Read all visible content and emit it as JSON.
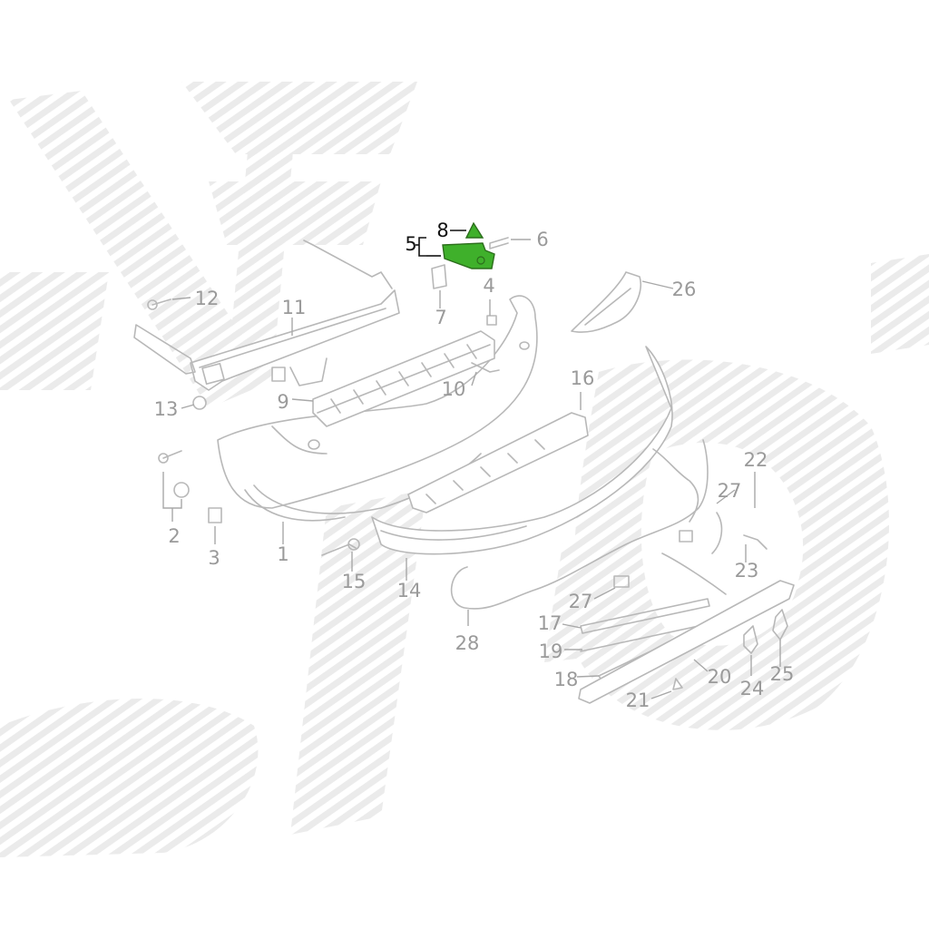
{
  "diagram": {
    "highlight_color": "#3fb02b",
    "callouts": [
      {
        "id": "c1",
        "label": "1"
      },
      {
        "id": "c2",
        "label": "2"
      },
      {
        "id": "c3",
        "label": "3"
      },
      {
        "id": "c4",
        "label": "4"
      },
      {
        "id": "c5",
        "label": "5"
      },
      {
        "id": "c6",
        "label": "6"
      },
      {
        "id": "c7",
        "label": "7"
      },
      {
        "id": "c8",
        "label": "8"
      },
      {
        "id": "c9",
        "label": "9"
      },
      {
        "id": "c10",
        "label": "10"
      },
      {
        "id": "c11",
        "label": "11"
      },
      {
        "id": "c12",
        "label": "12"
      },
      {
        "id": "c13",
        "label": "13"
      },
      {
        "id": "c14",
        "label": "14"
      },
      {
        "id": "c15",
        "label": "15"
      },
      {
        "id": "c16",
        "label": "16"
      },
      {
        "id": "c17",
        "label": "17"
      },
      {
        "id": "c18",
        "label": "18"
      },
      {
        "id": "c19",
        "label": "19"
      },
      {
        "id": "c20",
        "label": "20"
      },
      {
        "id": "c21",
        "label": "21"
      },
      {
        "id": "c22",
        "label": "22"
      },
      {
        "id": "c23",
        "label": "23"
      },
      {
        "id": "c24",
        "label": "24"
      },
      {
        "id": "c25",
        "label": "25"
      },
      {
        "id": "c26",
        "label": "26"
      },
      {
        "id": "c27a",
        "label": "27"
      },
      {
        "id": "c27b",
        "label": "27"
      },
      {
        "id": "c28",
        "label": "28"
      }
    ]
  }
}
